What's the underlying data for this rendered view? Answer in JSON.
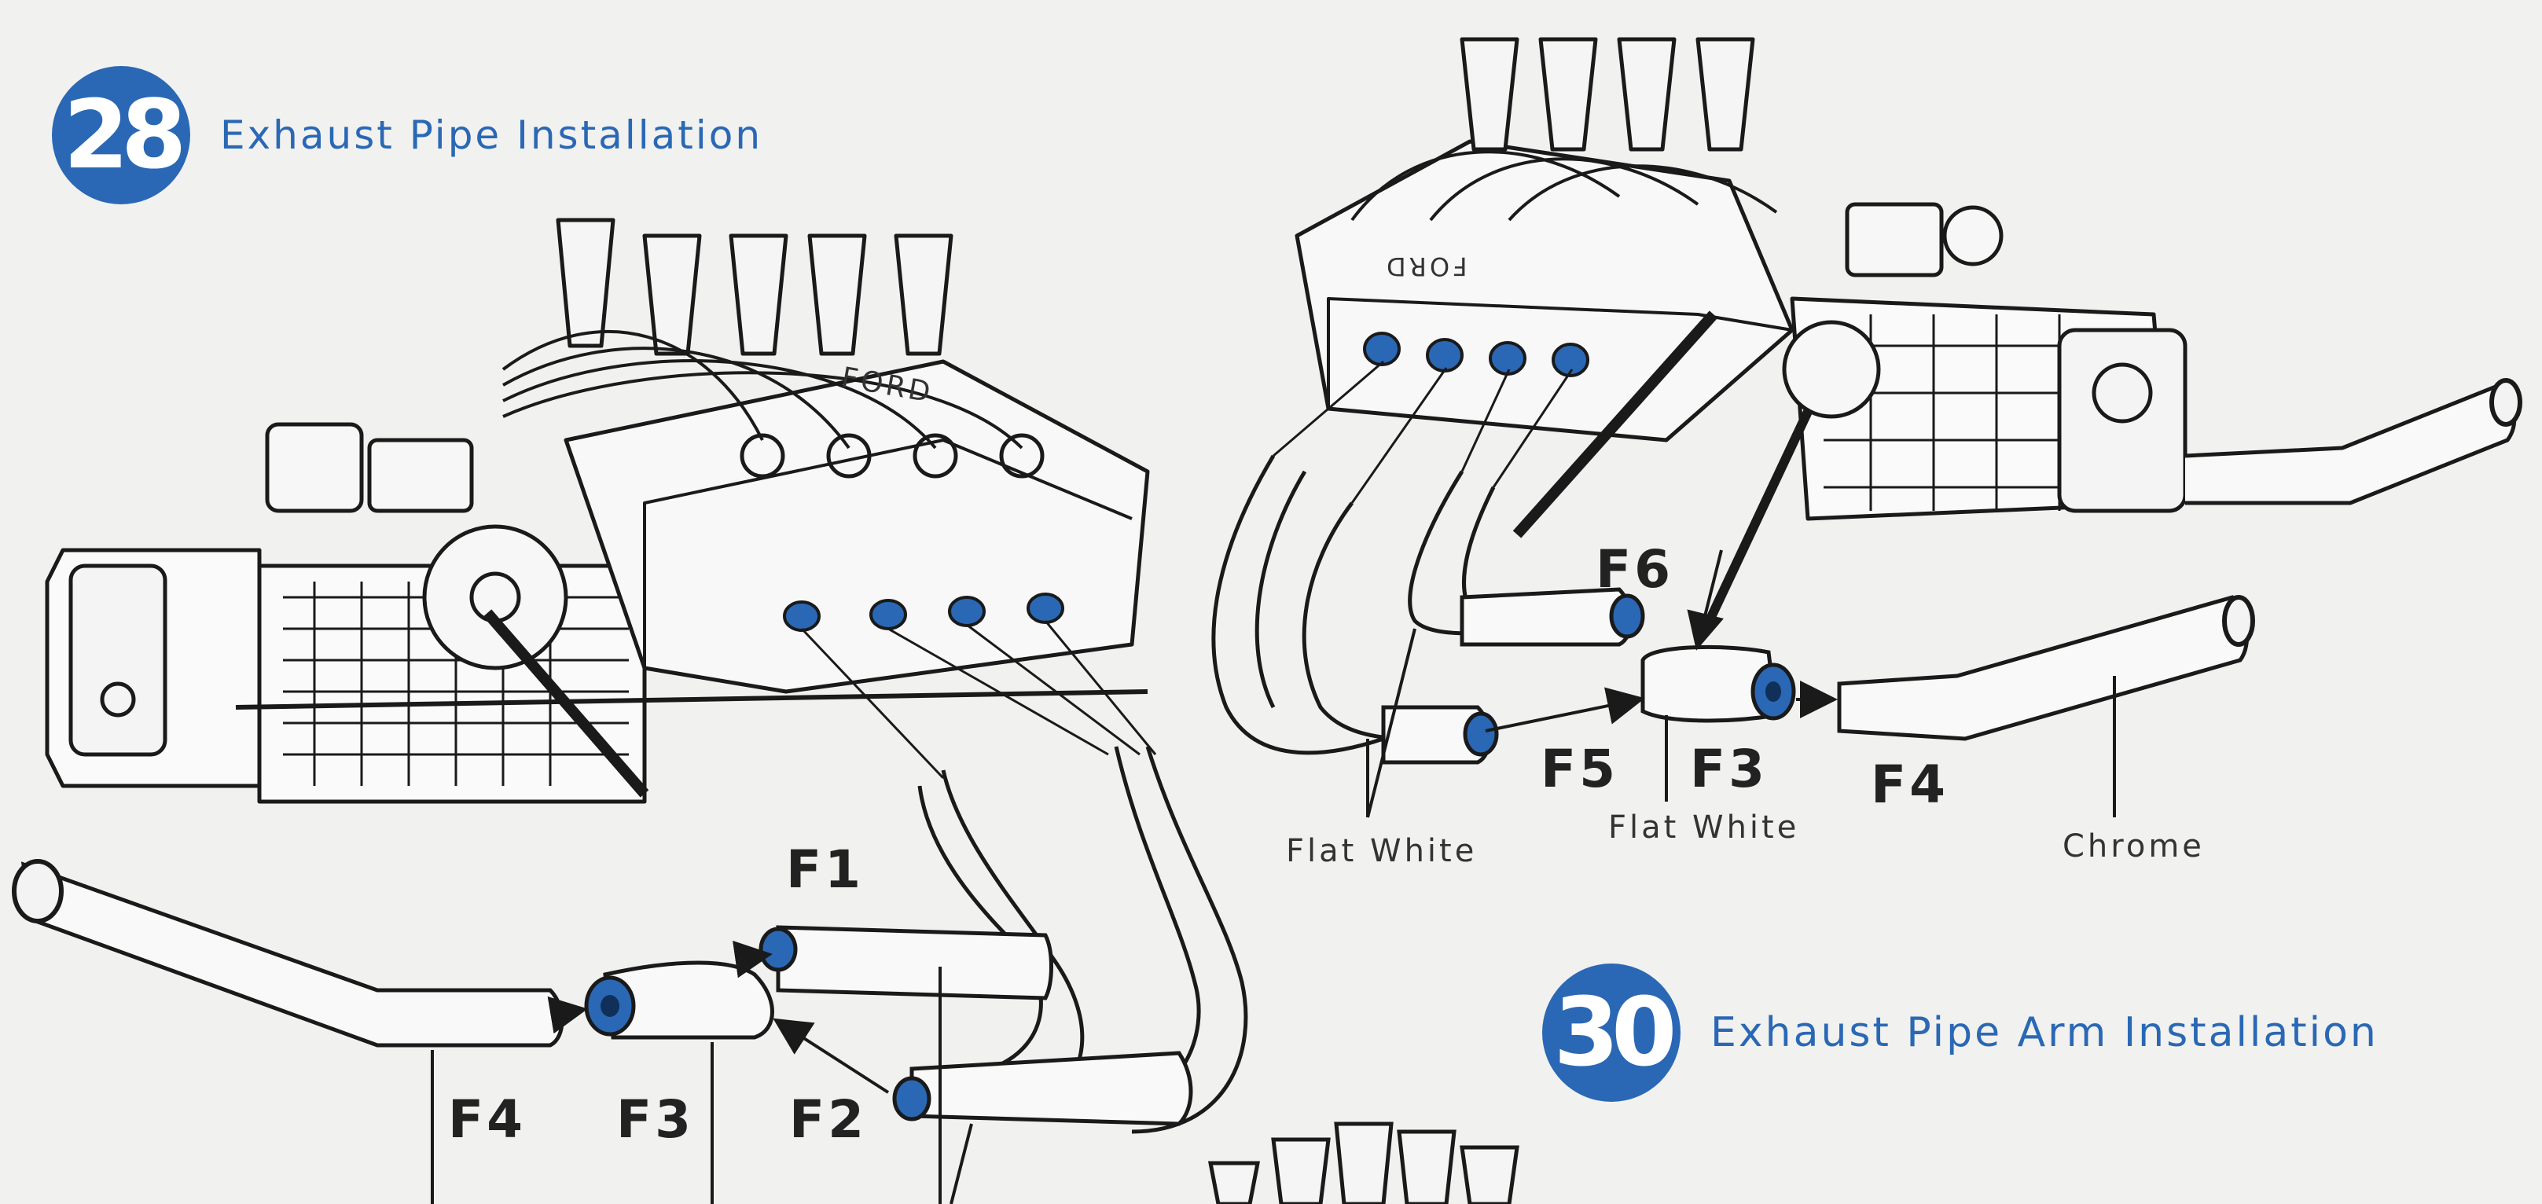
{
  "steps": {
    "s28": {
      "number": "28",
      "title": "Exhaust Pipe Installation"
    },
    "s30": {
      "number": "30",
      "title": "Exhaust Pipe Arm Installation"
    }
  },
  "engine_marking": "FORD",
  "part_labels": {
    "left_f1": "F1",
    "left_f2": "F2",
    "left_f3": "F3",
    "left_f4": "F4",
    "right_f3": "F3",
    "right_f4": "F4",
    "right_f5": "F5",
    "right_f6": "F6"
  },
  "paint_labels": {
    "flat_white_1": "Flat White",
    "flat_white_2": "Flat White",
    "chrome": "Chrome"
  },
  "colors": {
    "accent_blue": "#2a68b5",
    "line_art": "#1a1a1a",
    "paper": "#f1f1ef"
  }
}
